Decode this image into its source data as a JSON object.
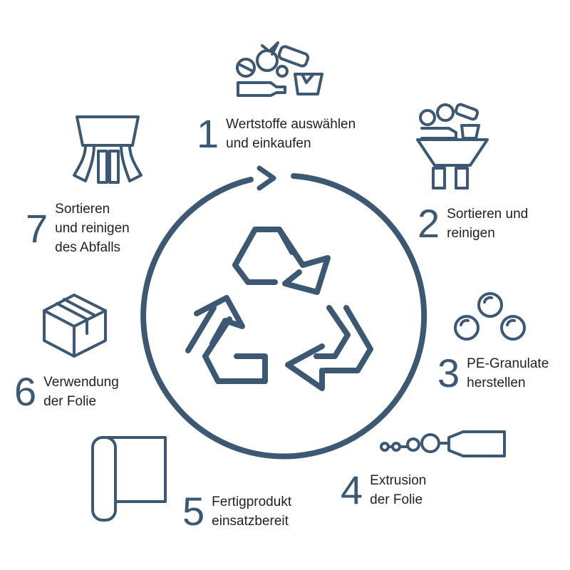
{
  "colors": {
    "stroke": "#3d5872",
    "text": "#222222",
    "background": "#ffffff"
  },
  "center_icon": "recycle-icon",
  "steps": [
    {
      "number": "1",
      "lines": [
        "Wertstoffe auswählen",
        "und einkaufen"
      ],
      "icon": "waste-materials-icon"
    },
    {
      "number": "2",
      "lines": [
        "Sortieren und",
        "reinigen"
      ],
      "icon": "sorting-hopper-icon"
    },
    {
      "number": "3",
      "lines": [
        "PE-Granulate",
        "herstellen"
      ],
      "icon": "granulate-pellets-icon"
    },
    {
      "number": "4",
      "lines": [
        "Extrusion",
        "der Folie"
      ],
      "icon": "extruder-icon"
    },
    {
      "number": "5",
      "lines": [
        "Fertigprodukt",
        "einsatzbereit"
      ],
      "icon": "film-roll-icon"
    },
    {
      "number": "6",
      "lines": [
        "Verwendung",
        "der Folie"
      ],
      "icon": "package-box-icon"
    },
    {
      "number": "7",
      "lines": [
        "Sortieren",
        "und reinigen",
        "des Abfalls"
      ],
      "icon": "waste-sorting-machine-icon"
    }
  ]
}
